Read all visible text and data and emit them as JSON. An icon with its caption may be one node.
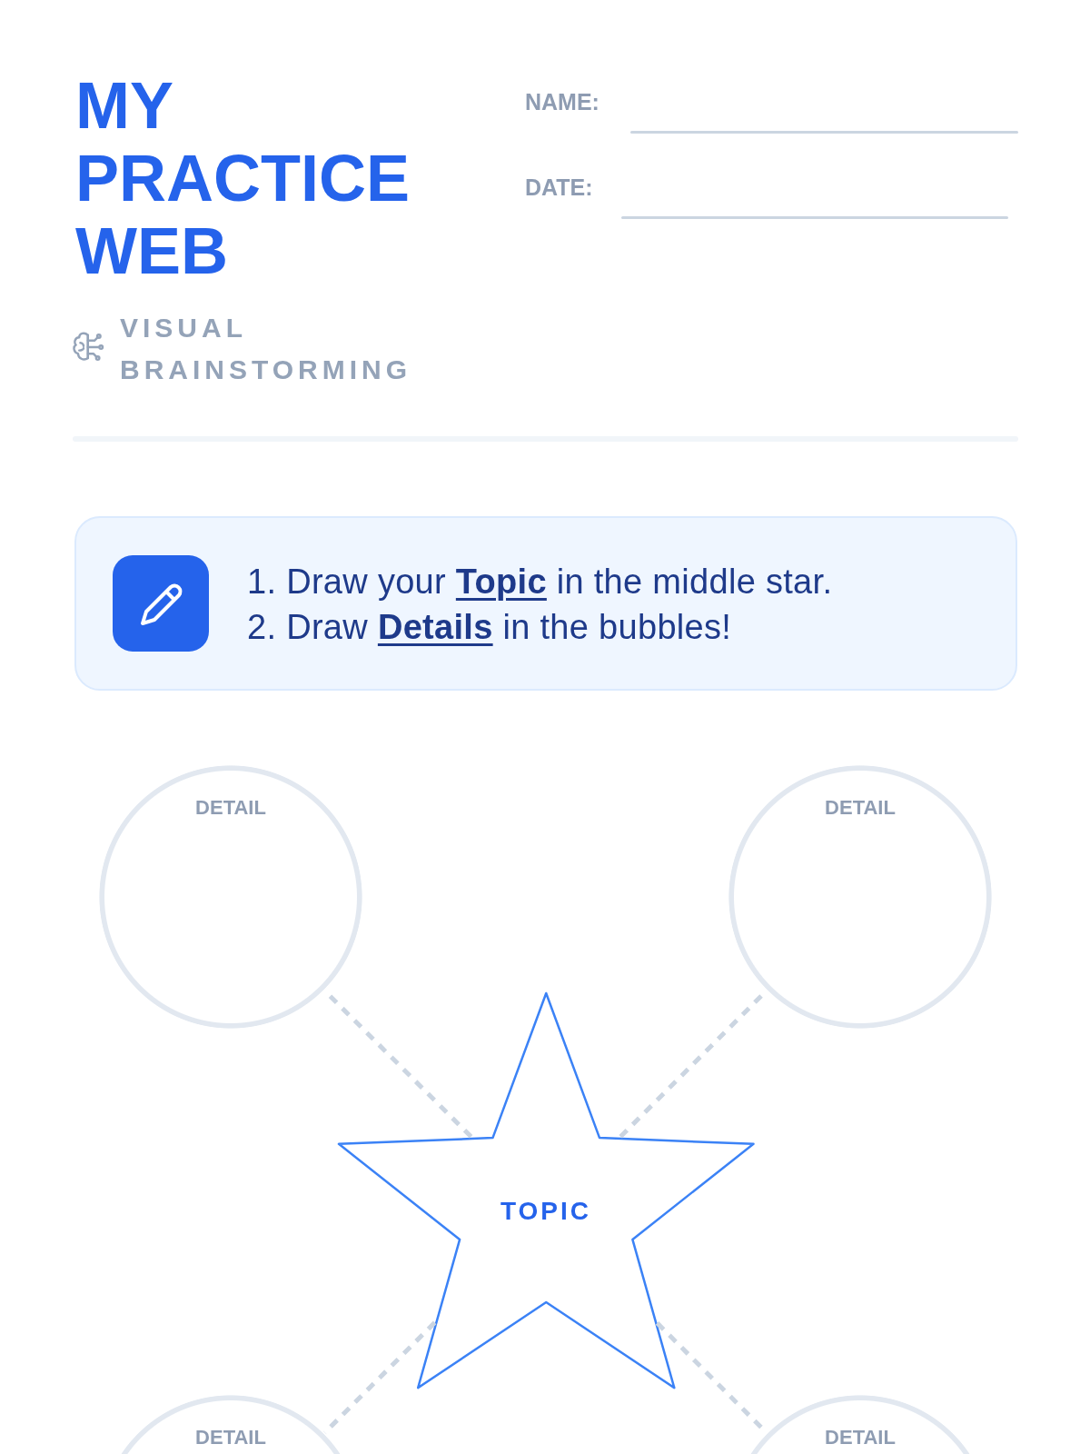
{
  "diagram": {
    "title": "MY PRACTICE WEB",
    "nodes": [
      {
        "text": [
          "1. Draw your **Topic** in the middle star.",
          "2. Draw **Details** in the bubbles!"
        ]
      },
      {
        "text": [
          "DETAIL"
        ]
      },
      {
        "text": [
          "DETAIL"
        ]
      },
      {
        "text": [
          "TOPIC"
        ]
      },
      {
        "text": [
          "DETAIL"
        ]
      },
      {
        "text": [
          "DETAIL"
        ]
      }
    ],
    "edges": [
      {
        "from": 3,
        "to": 1,
        "arrow": "none",
        "style": "dashed"
      },
      {
        "from": 3,
        "to": 2,
        "arrow": "none",
        "style": "dashed"
      },
      {
        "from": 3,
        "to": 4,
        "arrow": "none",
        "style": "dashed"
      },
      {
        "from": 3,
        "to": 5,
        "arrow": "none",
        "style": "dashed"
      }
    ],
    "labels": [
      "NAME:",
      "DATE:",
      "VISUAL BRAINSTORMING"
    ]
  }
}
